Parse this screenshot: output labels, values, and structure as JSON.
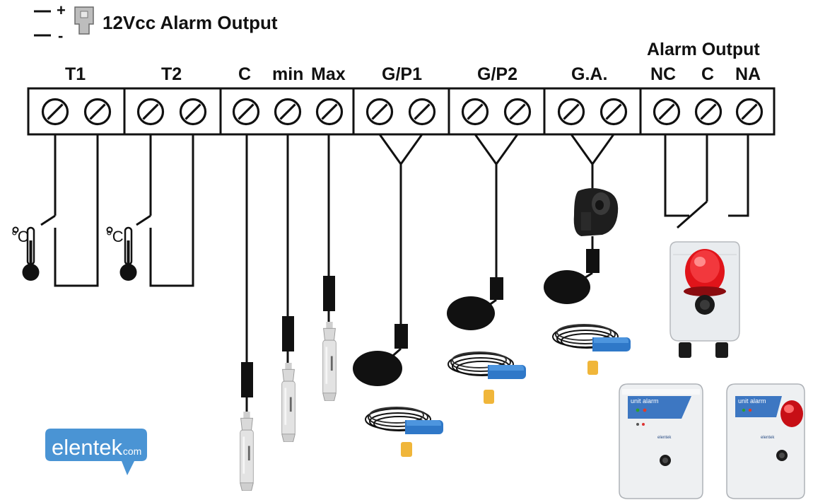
{
  "header": {
    "plus": "+",
    "minus": "-",
    "title": "12Vcc Alarm Output"
  },
  "alarm_output": {
    "title": "Alarm Output"
  },
  "terminals": {
    "t1": "T1",
    "t2": "T2",
    "c": "C",
    "min": "min",
    "max": "Max",
    "gp1": "G/P1",
    "gp2": "G/P2",
    "ga": "G.A.",
    "nc": "NC",
    "c2": "C",
    "na": "NA"
  },
  "sensors": {
    "degree": "°C"
  },
  "devices": {
    "panel_label": "unit alarm",
    "panel_brand": "elentek"
  },
  "logo": {
    "brand": "elentek",
    "suffix": ".com",
    "color": "#4a94d4"
  },
  "colors": {
    "float_blue": "#2f78c8",
    "beacon_red": "#e0141a",
    "weight_orange": "#f0b63a"
  }
}
